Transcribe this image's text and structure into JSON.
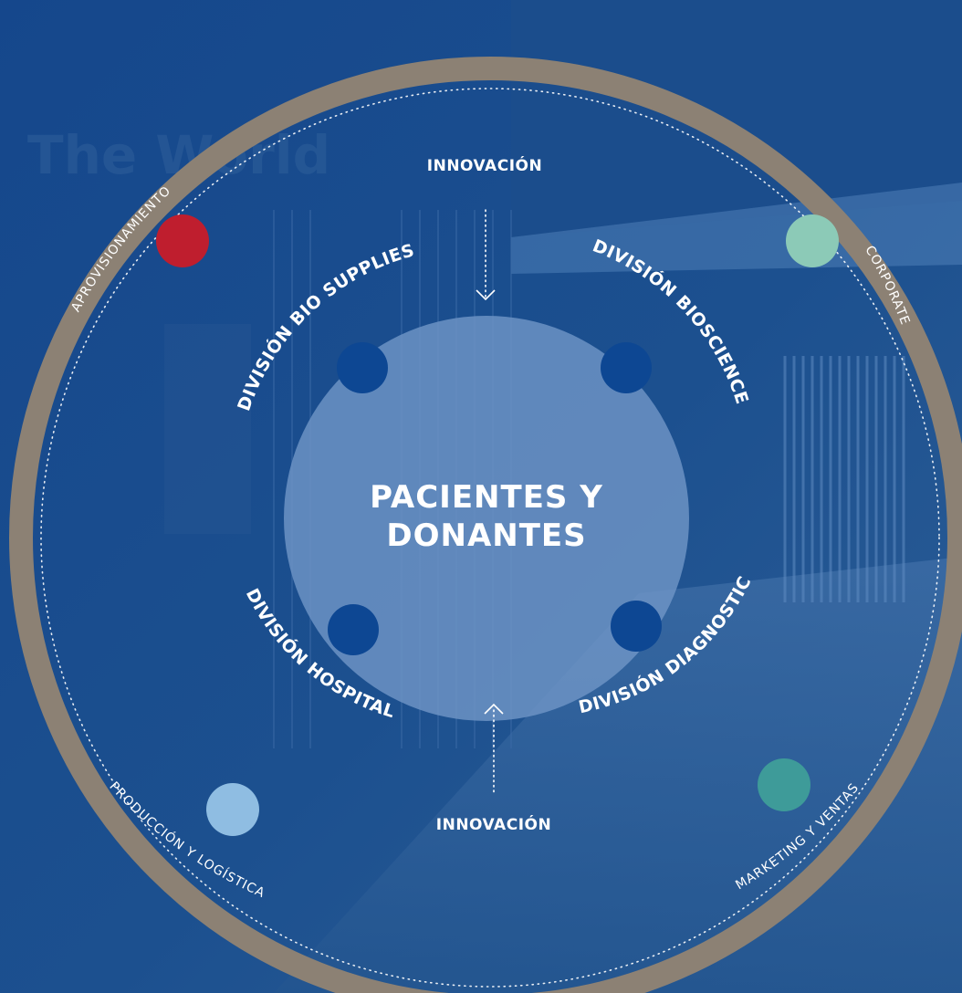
{
  "center": {
    "line1": "PACIENTES Y",
    "line2": "DONANTES"
  },
  "innovation": {
    "top": "INNOVACIÓN",
    "bottom": "INNOVACIÓN"
  },
  "divisions": {
    "bio_supplies": "DIVISIÓN BIO SUPPLIES",
    "bioscience": "DIVISIÓN BIOSCIENCE",
    "hospital": "DIVISIÓN HOSPITAL",
    "diagnostic": "DIVISIÓN DIAGNOSTIC"
  },
  "functions": {
    "aprovisionamiento": "APROVISIONAMIENTO",
    "corporate": "CORPORATE",
    "produccion": "PRODUCCIÓN Y LOGÍSTICA",
    "marketing": "MARKETING Y VENTAS"
  },
  "background_text": "The World",
  "colors": {
    "background": "#0f4a93",
    "outer_ring": "#8c8174",
    "center_circle": "#6f95c6",
    "division_dot": "#0d4793",
    "aprovisionamiento_dot": "#bf1e2e",
    "corporate_dot": "#8ccab7",
    "produccion_dot": "#8fbde2",
    "marketing_dot": "#3e9b99"
  }
}
